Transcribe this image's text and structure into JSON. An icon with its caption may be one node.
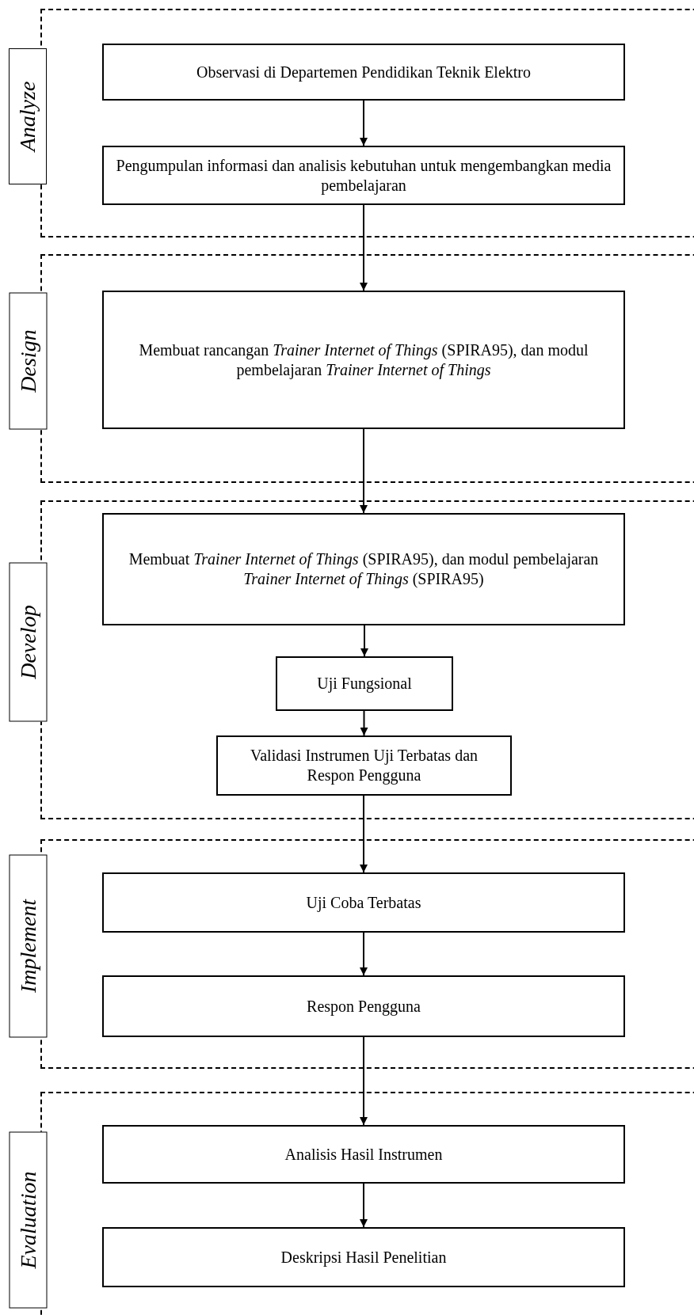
{
  "diagram": {
    "nodes": [
      {
        "text": [
          "Analyze"
        ]
      },
      {
        "text": [
          "Observasi di Departemen Pendidikan Teknik Elektro"
        ],
        "in": 0
      },
      {
        "text": [
          "Pengumpulan informasi dan analisis kebutuhan untuk mengembangkan media pembelajaran"
        ],
        "in": 0
      },
      {
        "text": [
          "Design"
        ]
      },
      {
        "text": [
          "Membuat rancangan *Trainer Internet of Things* (SPIRA95), dan modul pembelajaran *Trainer Internet of Things*"
        ],
        "in": 3
      },
      {
        "text": [
          "Develop"
        ]
      },
      {
        "text": [
          "Membuat *Trainer Internet of Things* (SPIRA95), dan modul pembelajaran *Trainer Internet of Things* (SPIRA95)"
        ],
        "in": 5
      },
      {
        "text": [
          "Uji Fungsional"
        ],
        "in": 5
      },
      {
        "text": [
          "Validasi Instrumen Uji Terbatas dan Respon Pengguna"
        ],
        "in": 5
      },
      {
        "text": [
          "Implement"
        ]
      },
      {
        "text": [
          "Uji Coba Terbatas"
        ],
        "in": 9
      },
      {
        "text": [
          "Respon Pengguna"
        ],
        "in": 9
      },
      {
        "text": [
          "Evaluation"
        ]
      },
      {
        "text": [
          "Analisis Hasil Instrumen"
        ],
        "in": 12
      },
      {
        "text": [
          "Deskripsi Hasil Penelitian"
        ],
        "in": 12
      }
    ],
    "edges": [
      {
        "from": 1,
        "to": 2,
        "arrow": "to"
      },
      {
        "from": 2,
        "to": 4,
        "arrow": "to"
      },
      {
        "from": 4,
        "to": 6,
        "arrow": "to"
      },
      {
        "from": 6,
        "to": 7,
        "arrow": "to"
      },
      {
        "from": 7,
        "to": 8,
        "arrow": "to"
      },
      {
        "from": 8,
        "to": 10,
        "arrow": "to"
      },
      {
        "from": 10,
        "to": 11,
        "arrow": "to"
      },
      {
        "from": 11,
        "to": 13,
        "arrow": "to"
      },
      {
        "from": 13,
        "to": 14,
        "arrow": "to"
      }
    ]
  }
}
